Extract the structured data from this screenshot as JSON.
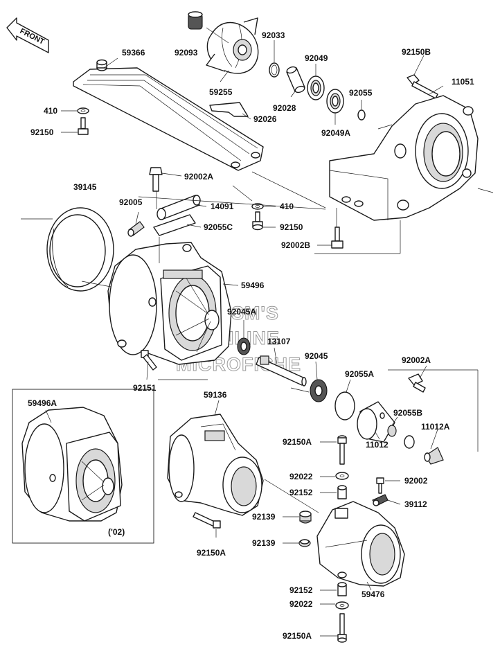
{
  "front_arrow_text": "FRONT",
  "watermark": [
    "HLSM'S",
    "ONLINE",
    "MICROFICHE"
  ],
  "inset_note": "('02)",
  "labels": [
    "92093",
    "59255",
    "92033",
    "92049",
    "92150B",
    "11051",
    "59366",
    "410",
    "92150",
    "92028",
    "92026",
    "92049A",
    "92055",
    "92002A",
    "39145",
    "92005",
    "14091",
    "410",
    "92150",
    "92055C",
    "92002B",
    "59496",
    "92045A",
    "13107",
    "92045",
    "92151",
    "92002A",
    "92055A",
    "92055B",
    "11012A",
    "11012",
    "59496A",
    "59136",
    "92150A",
    "92022",
    "92002",
    "92152",
    "39112",
    "92139",
    "92139",
    "92150A",
    "92152",
    "92022",
    "59476",
    "92150A"
  ]
}
